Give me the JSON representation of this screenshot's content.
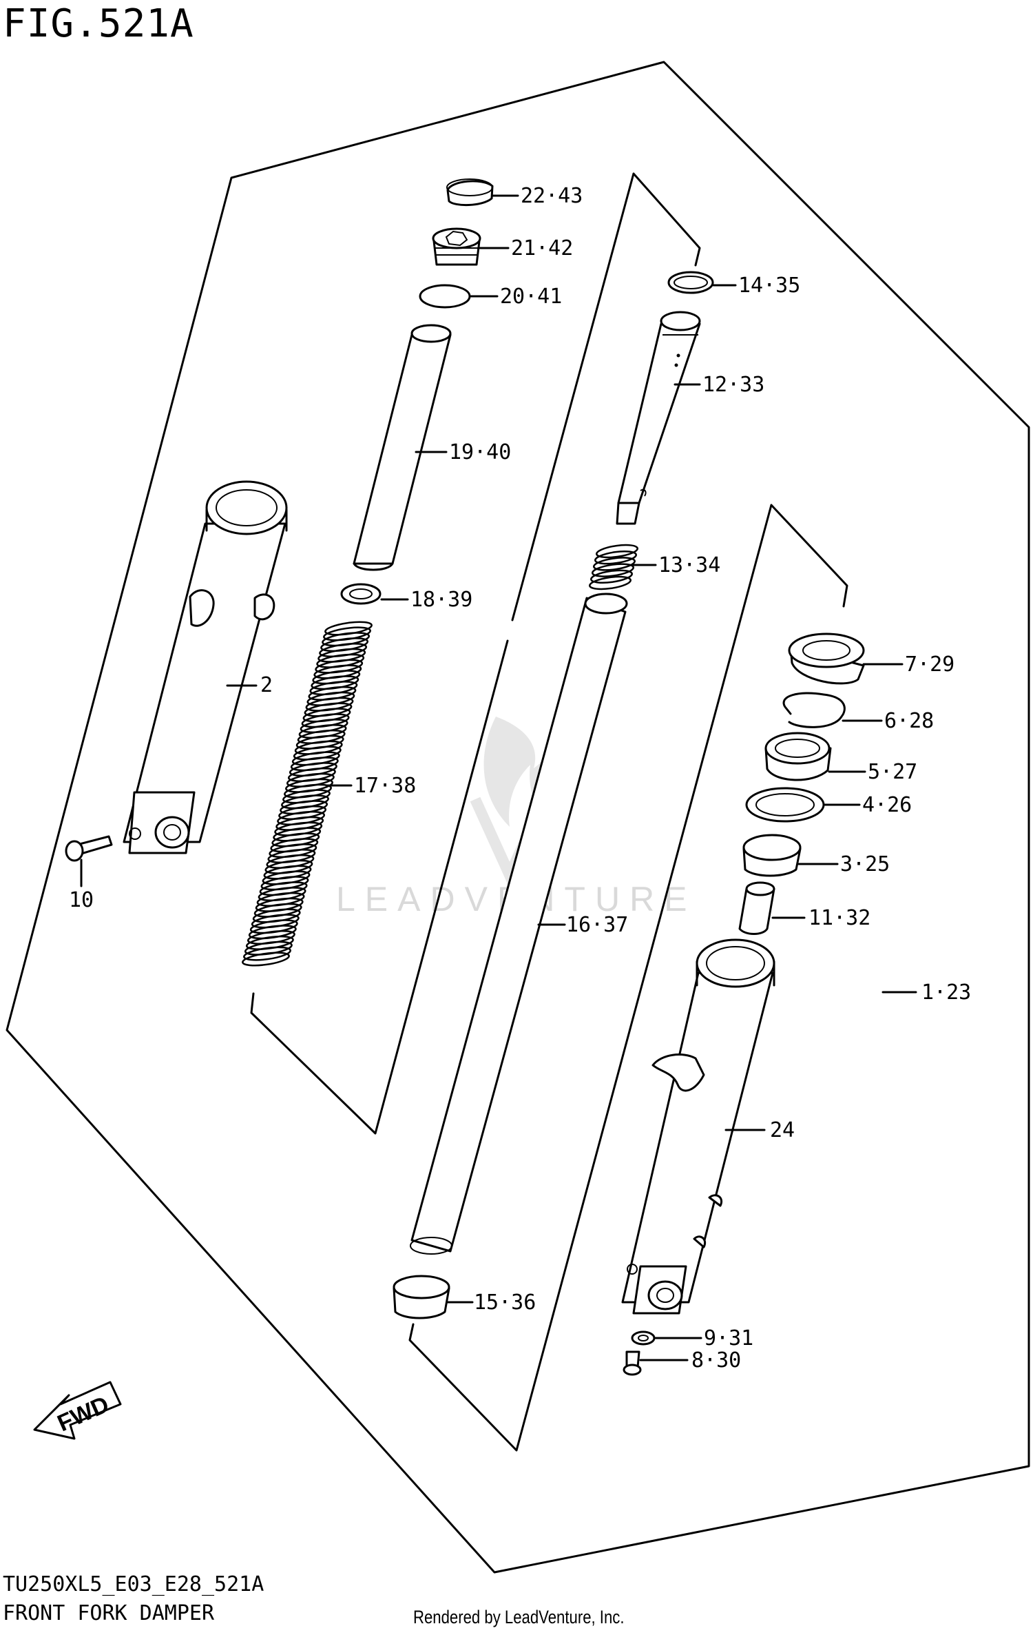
{
  "figure": {
    "title": "FIG.521A",
    "code": "TU250XL5_E03_E28_521A",
    "name": "FRONT FORK DAMPER",
    "rendered_by": "Rendered by LeadVenture, Inc.",
    "watermark": "LEADVENTURE",
    "fwd_label": "FWD"
  },
  "callouts": {
    "c1": "1·23",
    "c2": "2",
    "c3": "3·25",
    "c4": "4·26",
    "c5": "5·27",
    "c6": "6·28",
    "c7": "7·29",
    "c8": "8·30",
    "c9": "9·31",
    "c10": "10",
    "c11": "11·32",
    "c12": "12·33",
    "c13": "13·34",
    "c14": "14·35",
    "c15": "15·36",
    "c16": "16·37",
    "c17": "17·38",
    "c18": "18·39",
    "c19": "19·40",
    "c20": "20·41",
    "c21": "21·42",
    "c22": "22·43",
    "c24": "24"
  }
}
